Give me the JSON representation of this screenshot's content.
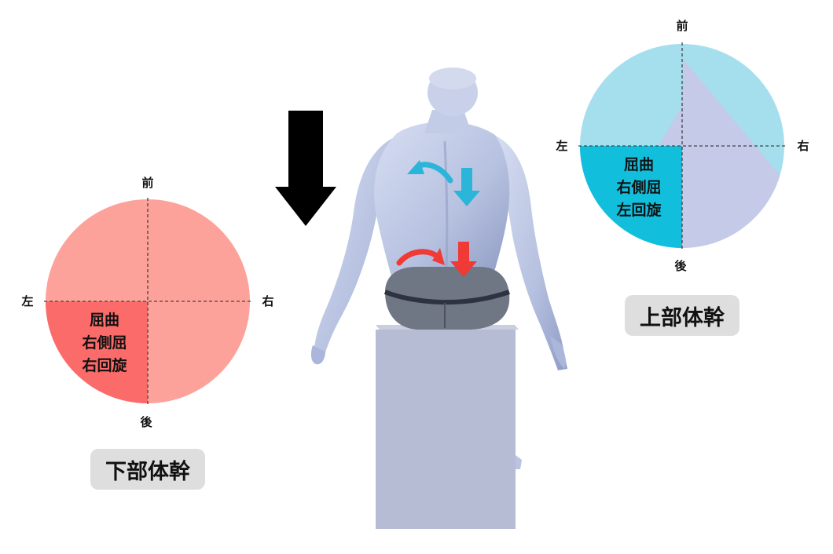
{
  "colors": {
    "lower_fill": "#fca29b",
    "lower_highlight": "#fb6b69",
    "upper_fill": "#a5dfee",
    "upper_highlight": "#11bfdd",
    "upper_overlay": "#c5c8e6",
    "arrow_blue": "#2bb5d8",
    "arrow_red": "#f03a36",
    "box": "#b5bcd3",
    "figure": "#b9c4e2"
  },
  "lower_trunk": {
    "dir_front": "前",
    "dir_back": "後",
    "dir_left": "左",
    "dir_right": "右",
    "motions": [
      "屈曲",
      "右側屈",
      "右回旋"
    ],
    "badge": "下部体幹"
  },
  "upper_trunk": {
    "dir_front": "前",
    "dir_back": "後",
    "dir_left": "左",
    "dir_right": "右",
    "motions": [
      "屈曲",
      "右側屈",
      "左回旋"
    ],
    "badge": "上部体幹"
  },
  "icons": [
    "big-down-arrow-icon",
    "blue-curved-arrow-icon",
    "blue-down-arrow-icon",
    "red-curved-arrow-icon",
    "red-down-arrow-icon"
  ]
}
